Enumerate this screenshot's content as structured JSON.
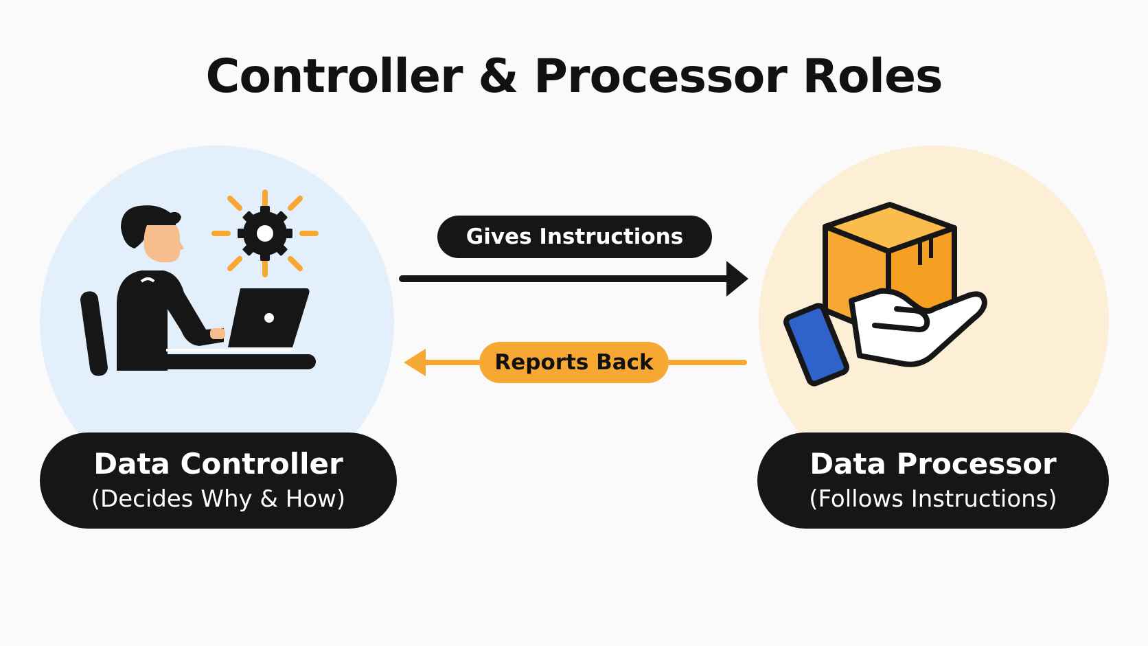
{
  "title": "Controller & Processor Roles",
  "controller": {
    "name": "Data Controller",
    "description": "(Decides Why & How)",
    "illustration_icon": "person-at-laptop-with-gear-icon"
  },
  "processor": {
    "name": "Data Processor",
    "description": "(Follows Instructions)",
    "illustration_icon": "hand-holding-box-with-phone-icon"
  },
  "flows": [
    {
      "label": "Gives Instructions",
      "direction": "controller-to-processor",
      "color": "#161616"
    },
    {
      "label": "Reports Back",
      "direction": "processor-to-controller",
      "color": "#f7a833"
    }
  ],
  "colors": {
    "accent": "#f7a833",
    "dark": "#161616",
    "controller_bg": "#e3f0fb",
    "processor_bg": "#fcefd6",
    "phone": "#2f63c9"
  }
}
